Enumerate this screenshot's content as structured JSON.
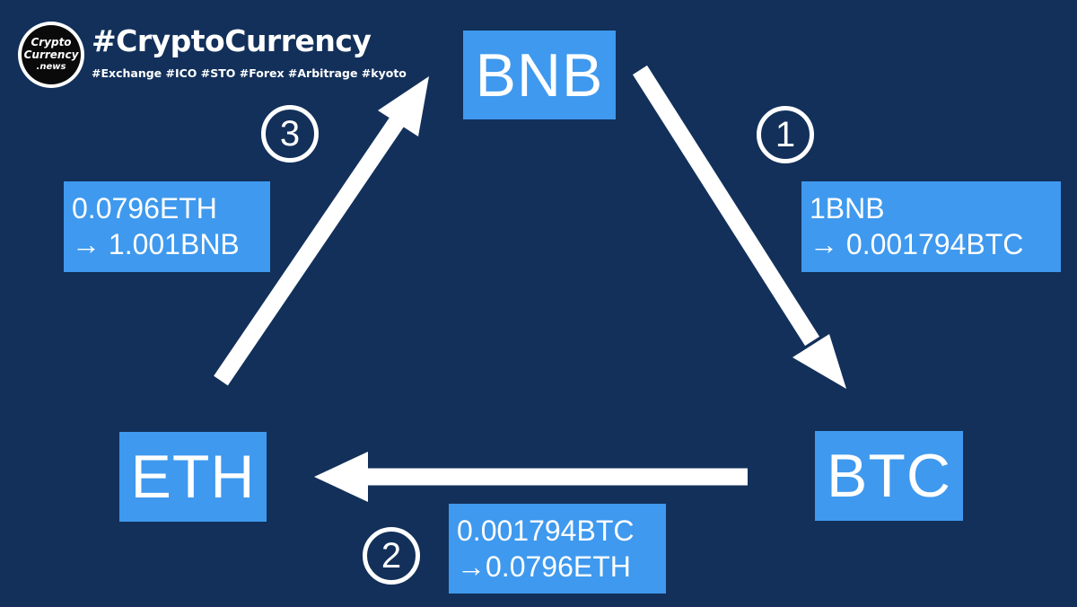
{
  "brand": {
    "logo_line1": "Crypto",
    "logo_line2": "Currency",
    "logo_line3": ".news",
    "title": "#CryptoCurrency",
    "tags": "#Exchange #ICO #STO #Forex #Arbitrage #kyoto"
  },
  "nodes": {
    "bnb": "BNB",
    "btc": "BTC",
    "eth": "ETH"
  },
  "steps": [
    {
      "number": "1",
      "line1": "1BNB",
      "line2": "→ 0.001794BTC"
    },
    {
      "number": "2",
      "line1": "0.001794BTC",
      "line2": "→0.0796ETH"
    },
    {
      "number": "3",
      "line1": "0.0796ETH",
      "line2": "→ 1.001BNB"
    }
  ],
  "colors": {
    "background": "#12305a",
    "box": "#3f99ee",
    "text": "#ffffff",
    "arrow": "#ffffff"
  }
}
